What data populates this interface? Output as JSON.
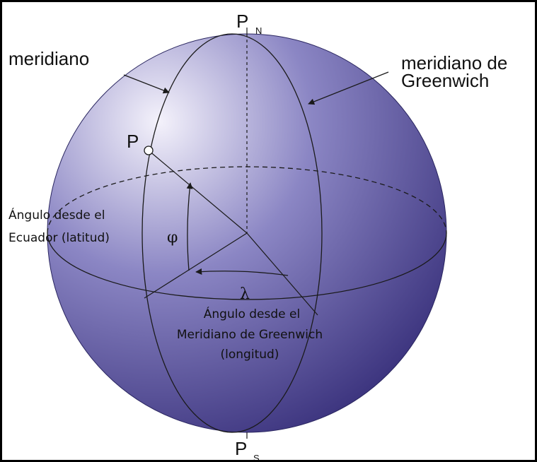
{
  "poles": {
    "north": {
      "letter": "P",
      "subscript": "N"
    },
    "south": {
      "letter": "P",
      "subscript": "S"
    }
  },
  "point": {
    "label": "P"
  },
  "labels": {
    "meridian": "meridiano",
    "greenwich_line1": "meridiano de",
    "greenwich_line2": "Greenwich",
    "latitude_line1": "Ángulo desde el",
    "latitude_line2": "Ecuador (latitud)",
    "latitude_symbol": "φ",
    "longitude_symbol": "λ",
    "longitude_line1": "Ángulo desde el",
    "longitude_line2": "Meridiano de Greenwich",
    "longitude_line3": "(longitud)"
  },
  "colors": {
    "sphere_highlight": "#f4f2fb",
    "sphere_mid": "#8b86c4",
    "sphere_dark": "#3e3680",
    "line": "#1a1a1a"
  }
}
